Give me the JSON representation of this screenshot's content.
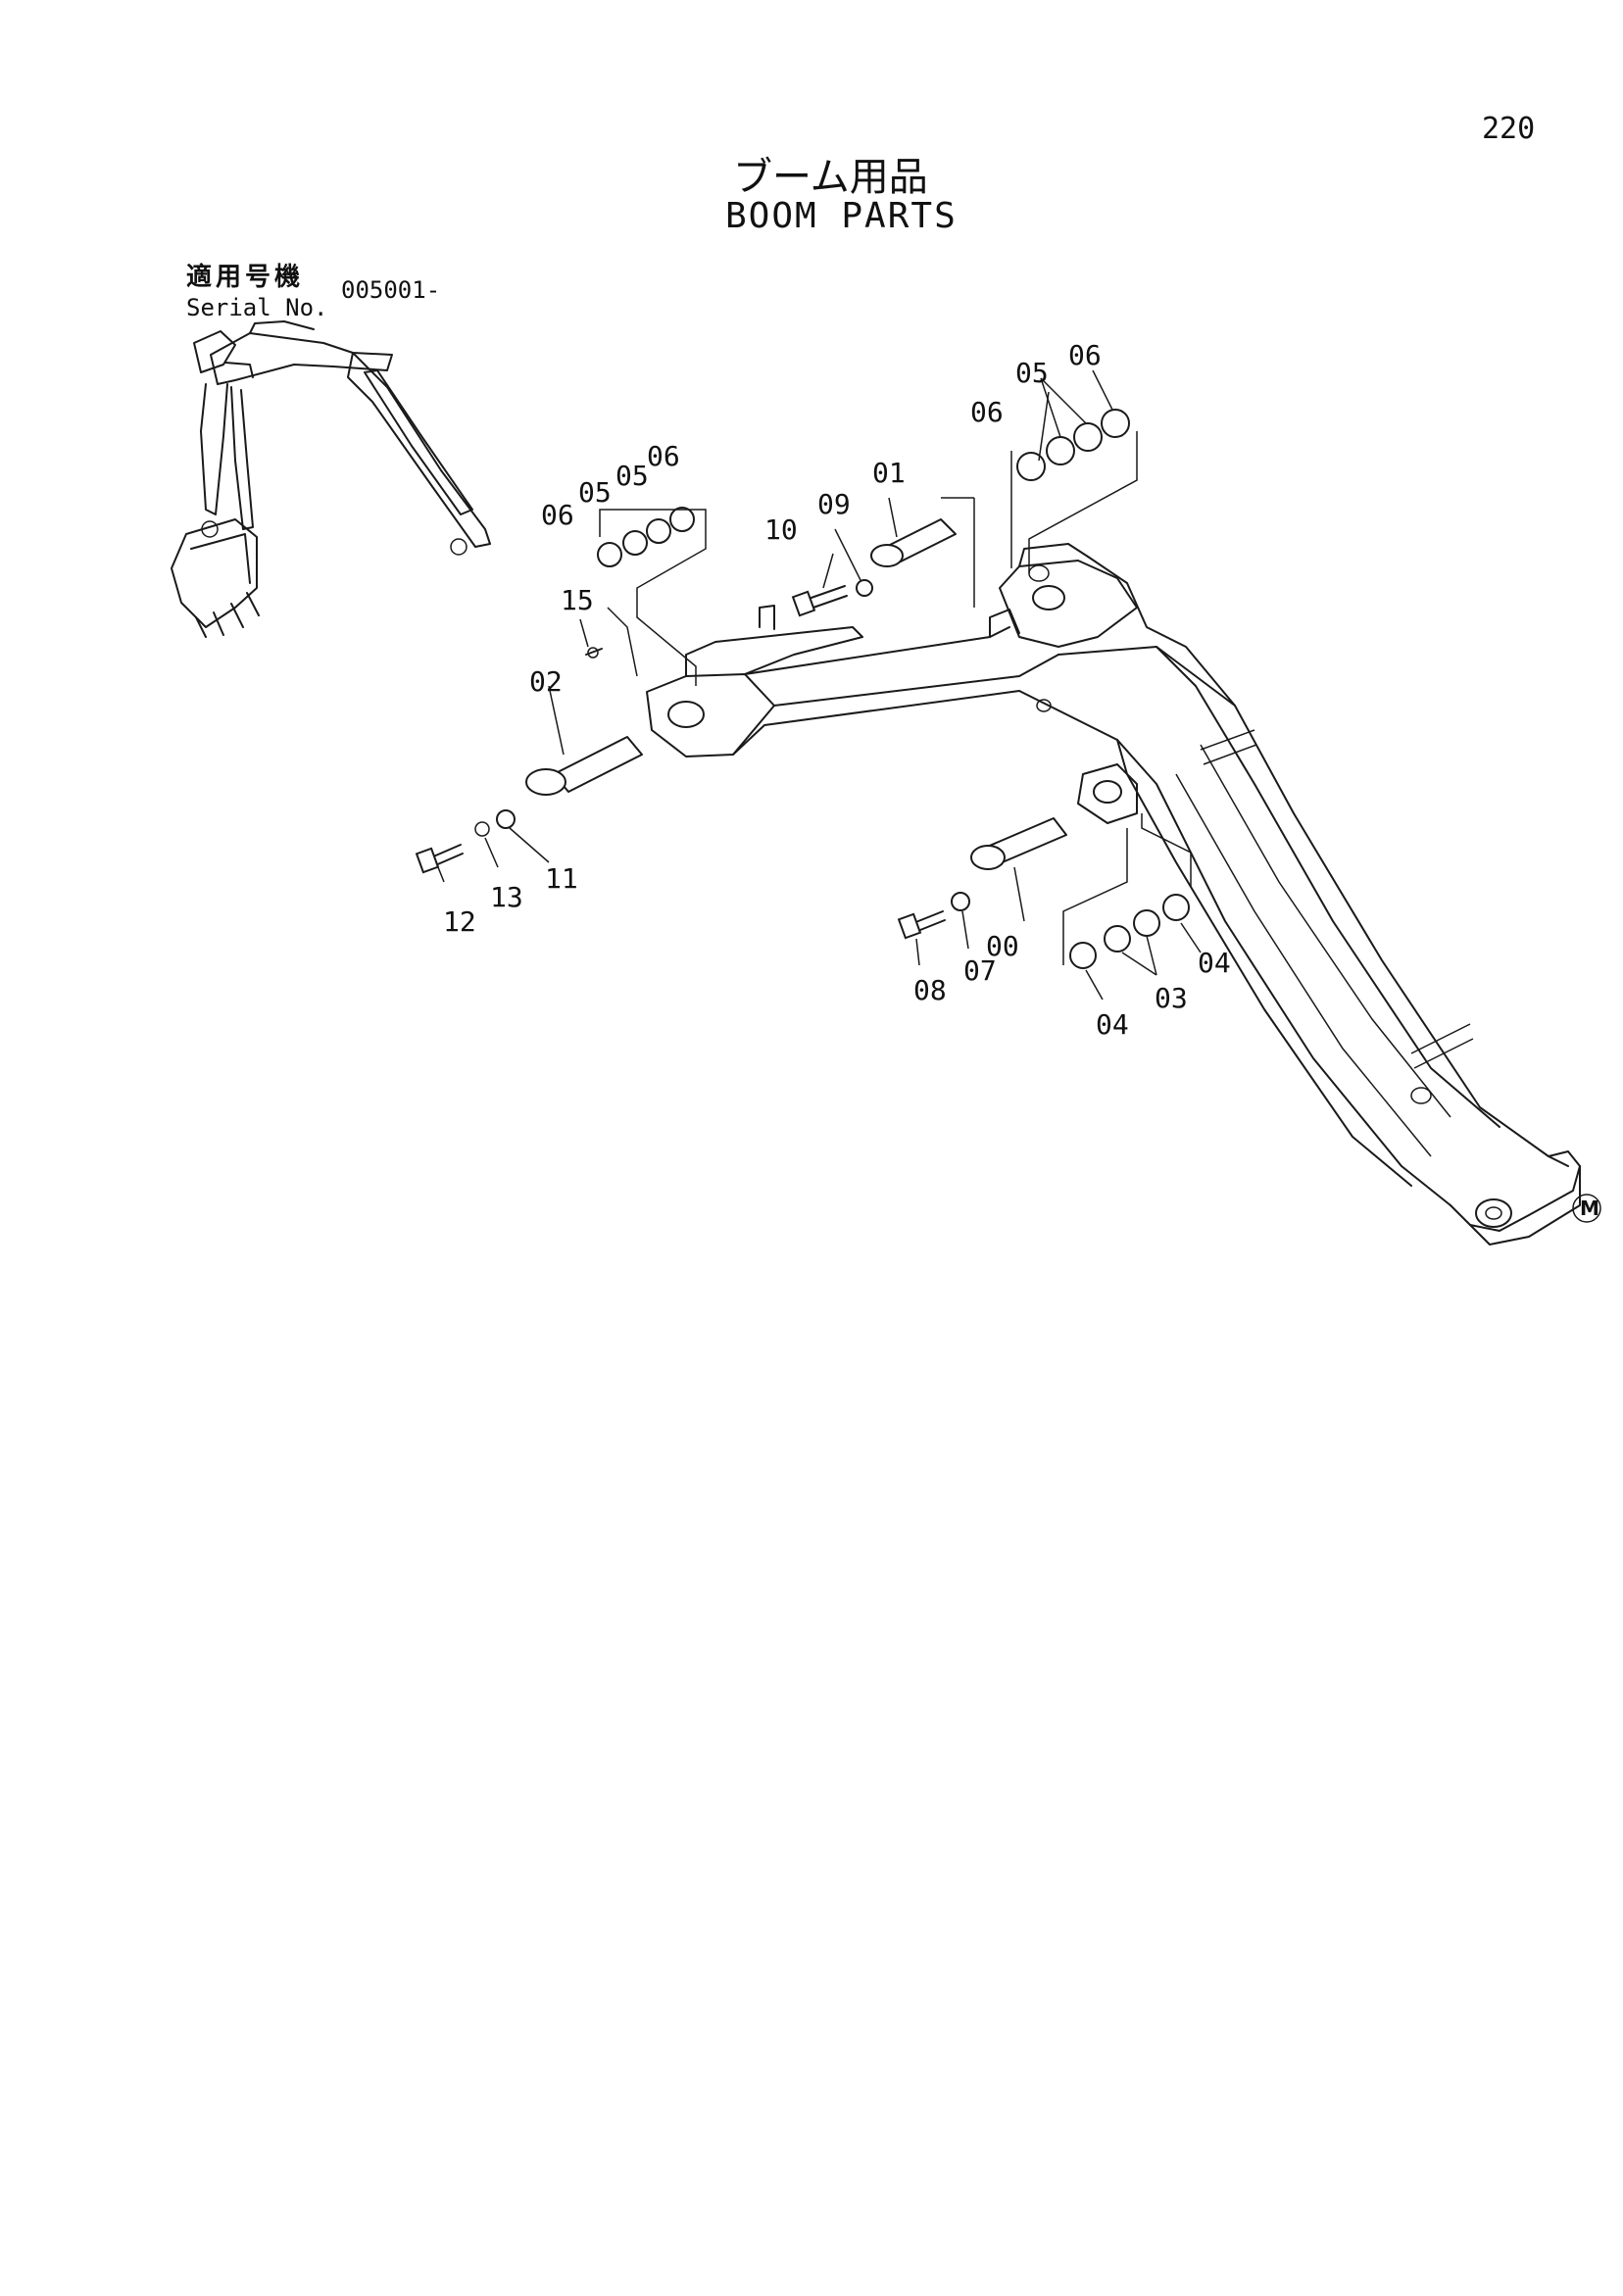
{
  "header": {
    "page_number": "220",
    "title_jp": "ブーム用品",
    "title_en": "BOOM PARTS"
  },
  "serial": {
    "label_jp": "適用号機",
    "label_en": "Serial No.",
    "value": "005001-"
  },
  "callouts": {
    "c00": "00",
    "c01": "01",
    "c02": "02",
    "c03": "03",
    "c04a": "04",
    "c04b": "04",
    "c05a": "05",
    "c05b": "05",
    "c05c": "05",
    "c06a": "06",
    "c06b": "06",
    "c06c": "06",
    "c06d": "06",
    "c07": "07",
    "c08": "08",
    "c09": "09",
    "c10": "10",
    "c11": "11",
    "c12": "12",
    "c13": "13",
    "c15": "15"
  },
  "mark": "M"
}
